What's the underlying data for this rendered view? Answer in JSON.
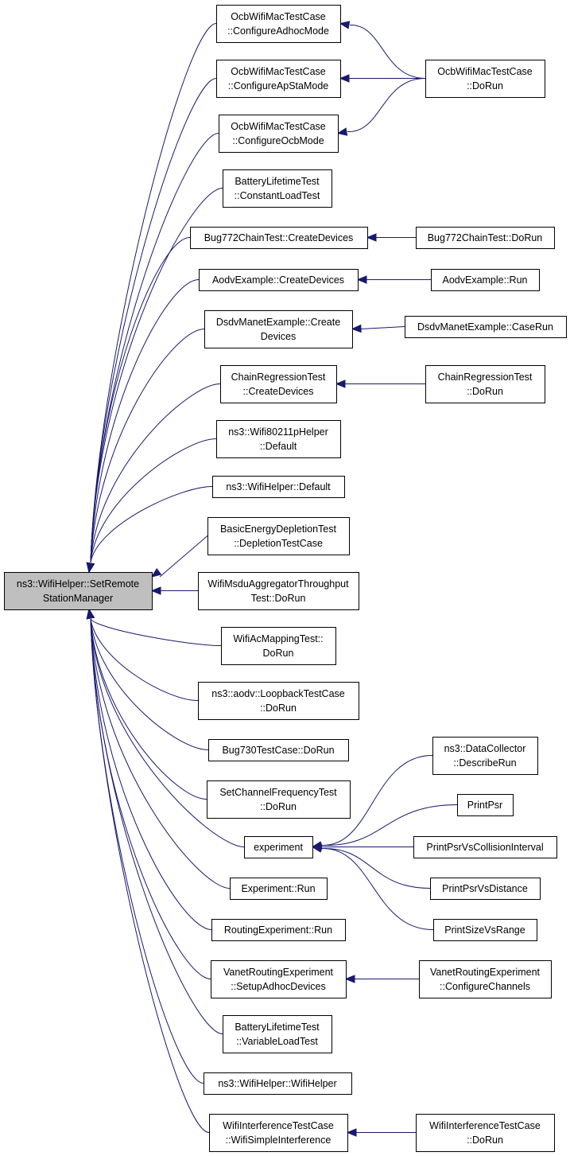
{
  "graph": {
    "edge_color": "#191970",
    "root_fill": "#bfbfbf",
    "node_fill": "#ffffff",
    "nodes": [
      {
        "id": "root",
        "lines": [
          "ns3::WifiHelper::SetRemote",
          "StationManager"
        ],
        "root": true
      },
      {
        "id": "a1",
        "lines": [
          "OcbWifiMacTestCase",
          "::ConfigureAdhocMode"
        ]
      },
      {
        "id": "a2",
        "lines": [
          "OcbWifiMacTestCase",
          "::ConfigureApStaMode"
        ]
      },
      {
        "id": "a3",
        "lines": [
          "OcbWifiMacTestCase",
          "::ConfigureOcbMode"
        ]
      },
      {
        "id": "a4",
        "lines": [
          "BatteryLifetimeTest",
          "::ConstantLoadTest"
        ]
      },
      {
        "id": "a5",
        "lines": [
          "Bug772ChainTest::CreateDevices"
        ]
      },
      {
        "id": "a6",
        "lines": [
          "AodvExample::CreateDevices"
        ]
      },
      {
        "id": "a7",
        "lines": [
          "DsdvManetExample::Create",
          "Devices"
        ]
      },
      {
        "id": "a8",
        "lines": [
          "ChainRegressionTest",
          "::CreateDevices"
        ]
      },
      {
        "id": "a9",
        "lines": [
          "ns3::Wifi80211pHelper",
          "::Default"
        ]
      },
      {
        "id": "a10",
        "lines": [
          "ns3::WifiHelper::Default"
        ]
      },
      {
        "id": "a11",
        "lines": [
          "BasicEnergyDepletionTest",
          "::DepletionTestCase"
        ]
      },
      {
        "id": "a12",
        "lines": [
          "WifiMsduAggregatorThroughput",
          "Test::DoRun"
        ]
      },
      {
        "id": "a13",
        "lines": [
          "WifiAcMappingTest::",
          "DoRun"
        ]
      },
      {
        "id": "a14",
        "lines": [
          "ns3::aodv::LoopbackTestCase",
          "::DoRun"
        ]
      },
      {
        "id": "a15",
        "lines": [
          "Bug730TestCase::DoRun"
        ]
      },
      {
        "id": "a16",
        "lines": [
          "SetChannelFrequencyTest",
          "::DoRun"
        ]
      },
      {
        "id": "a17",
        "lines": [
          "experiment"
        ]
      },
      {
        "id": "a18",
        "lines": [
          "Experiment::Run"
        ]
      },
      {
        "id": "a19",
        "lines": [
          "RoutingExperiment::Run"
        ]
      },
      {
        "id": "a20",
        "lines": [
          "VanetRoutingExperiment",
          "::SetupAdhocDevices"
        ]
      },
      {
        "id": "a21",
        "lines": [
          "BatteryLifetimeTest",
          "::VariableLoadTest"
        ]
      },
      {
        "id": "a22",
        "lines": [
          "ns3::WifiHelper::WifiHelper"
        ]
      },
      {
        "id": "a23",
        "lines": [
          "WifiInterferenceTestCase",
          "::WifiSimpleInterference"
        ]
      },
      {
        "id": "b1",
        "lines": [
          "OcbWifiMacTestCase",
          "::DoRun"
        ]
      },
      {
        "id": "b2",
        "lines": [
          "Bug772ChainTest::DoRun"
        ]
      },
      {
        "id": "b3",
        "lines": [
          "AodvExample::Run"
        ]
      },
      {
        "id": "b4",
        "lines": [
          "DsdvManetExample::CaseRun"
        ]
      },
      {
        "id": "b5",
        "lines": [
          "ChainRegressionTest",
          "::DoRun"
        ]
      },
      {
        "id": "b6",
        "lines": [
          "ns3::DataCollector",
          "::DescribeRun"
        ]
      },
      {
        "id": "b7",
        "lines": [
          "PrintPsr"
        ]
      },
      {
        "id": "b8",
        "lines": [
          "PrintPsrVsCollisionInterval"
        ]
      },
      {
        "id": "b9",
        "lines": [
          "PrintPsrVsDistance"
        ]
      },
      {
        "id": "b10",
        "lines": [
          "PrintSizeVsRange"
        ]
      },
      {
        "id": "b11",
        "lines": [
          "VanetRoutingExperiment",
          "::ConfigureChannels"
        ]
      },
      {
        "id": "b12",
        "lines": [
          "WifiInterferenceTestCase",
          "::DoRun"
        ]
      }
    ],
    "edges": [
      {
        "from": "a1",
        "to": "root"
      },
      {
        "from": "a2",
        "to": "root"
      },
      {
        "from": "a3",
        "to": "root"
      },
      {
        "from": "a4",
        "to": "root"
      },
      {
        "from": "a5",
        "to": "root"
      },
      {
        "from": "a6",
        "to": "root"
      },
      {
        "from": "a7",
        "to": "root"
      },
      {
        "from": "a8",
        "to": "root"
      },
      {
        "from": "a9",
        "to": "root"
      },
      {
        "from": "a10",
        "to": "root"
      },
      {
        "from": "a11",
        "to": "root"
      },
      {
        "from": "a12",
        "to": "root"
      },
      {
        "from": "a13",
        "to": "root"
      },
      {
        "from": "a14",
        "to": "root"
      },
      {
        "from": "a15",
        "to": "root"
      },
      {
        "from": "a16",
        "to": "root"
      },
      {
        "from": "a17",
        "to": "root"
      },
      {
        "from": "a18",
        "to": "root"
      },
      {
        "from": "a19",
        "to": "root"
      },
      {
        "from": "a20",
        "to": "root"
      },
      {
        "from": "a21",
        "to": "root"
      },
      {
        "from": "a22",
        "to": "root"
      },
      {
        "from": "a23",
        "to": "root"
      },
      {
        "from": "b1",
        "to": "a1"
      },
      {
        "from": "b1",
        "to": "a2"
      },
      {
        "from": "b1",
        "to": "a3"
      },
      {
        "from": "b2",
        "to": "a5"
      },
      {
        "from": "b3",
        "to": "a6"
      },
      {
        "from": "b4",
        "to": "a7"
      },
      {
        "from": "b5",
        "to": "a8"
      },
      {
        "from": "b6",
        "to": "a17"
      },
      {
        "from": "b7",
        "to": "a17"
      },
      {
        "from": "b8",
        "to": "a17"
      },
      {
        "from": "b9",
        "to": "a17"
      },
      {
        "from": "b10",
        "to": "a17"
      },
      {
        "from": "b11",
        "to": "a20"
      },
      {
        "from": "b12",
        "to": "a23"
      }
    ]
  }
}
